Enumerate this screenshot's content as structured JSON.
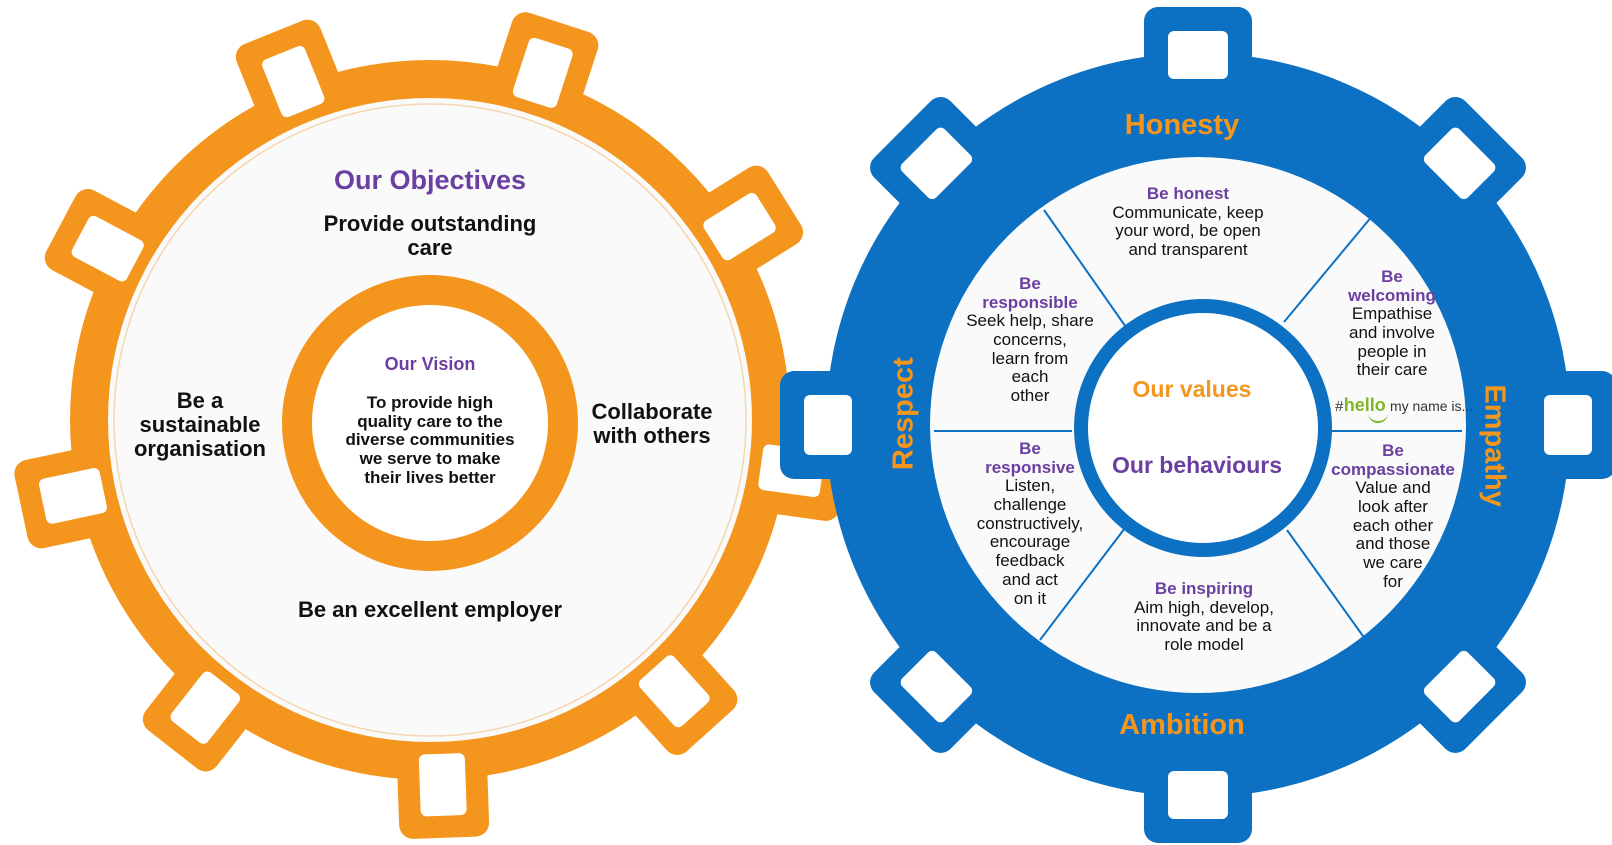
{
  "colors": {
    "orange": "#f4961e",
    "blue": "#0c71c3",
    "purple": "#6b3fa0",
    "text": "#111111",
    "green": "#7ab828",
    "gear_face": "#fafafa"
  },
  "objectives_gear": {
    "title": "Our Objectives",
    "top_objective_line1": "Provide outstanding",
    "top_objective_line2": "care",
    "left_objective_line1": "Be a",
    "left_objective_line2": "sustainable",
    "left_objective_line3": "organisation",
    "right_objective_line1": "Collaborate",
    "right_objective_line2": "with others",
    "bottom_objective": "Be an excellent employer",
    "vision": {
      "title": "Our Vision",
      "line1": "To provide high",
      "line2": "quality care to the",
      "line3": "diverse communities",
      "line4": "we serve to make",
      "line5": "their lives better"
    }
  },
  "values_gear": {
    "values": {
      "top": "Honesty",
      "right": "Empathy",
      "bottom": "Ambition",
      "left": "Respect"
    },
    "center": {
      "title": "Our values",
      "subtitle": "Our behaviours"
    },
    "behaviours": {
      "top": {
        "heading": "Be honest",
        "lines": [
          "Communicate, keep",
          "your word, be open",
          "and transparent"
        ]
      },
      "upper_left": {
        "heading_lines": [
          "Be",
          "responsible"
        ],
        "lines": [
          "Seek help, share",
          "concerns,",
          "learn from",
          "each",
          "other"
        ]
      },
      "upper_right": {
        "heading_lines": [
          "Be",
          "welcoming"
        ],
        "lines": [
          "Empathise",
          "and  involve",
          "people in",
          "their care"
        ]
      },
      "lower_left": {
        "heading_lines": [
          "Be",
          "responsive"
        ],
        "lines": [
          "Listen,",
          "challenge",
          "constructively,",
          "encourage",
          "feedback",
          "and act",
          "on it"
        ]
      },
      "lower_right": {
        "heading_lines": [
          "Be",
          "compassionate"
        ],
        "lines": [
          "Value and",
          "look after",
          "each other",
          "and those",
          "we care",
          "for"
        ]
      },
      "bottom": {
        "heading": "Be inspiring",
        "lines": [
          "Aim high, develop,",
          "innovate and be a",
          "role model"
        ]
      }
    },
    "hello_badge": {
      "hash": "#",
      "word": "hello",
      "rest": "my name is..."
    }
  }
}
